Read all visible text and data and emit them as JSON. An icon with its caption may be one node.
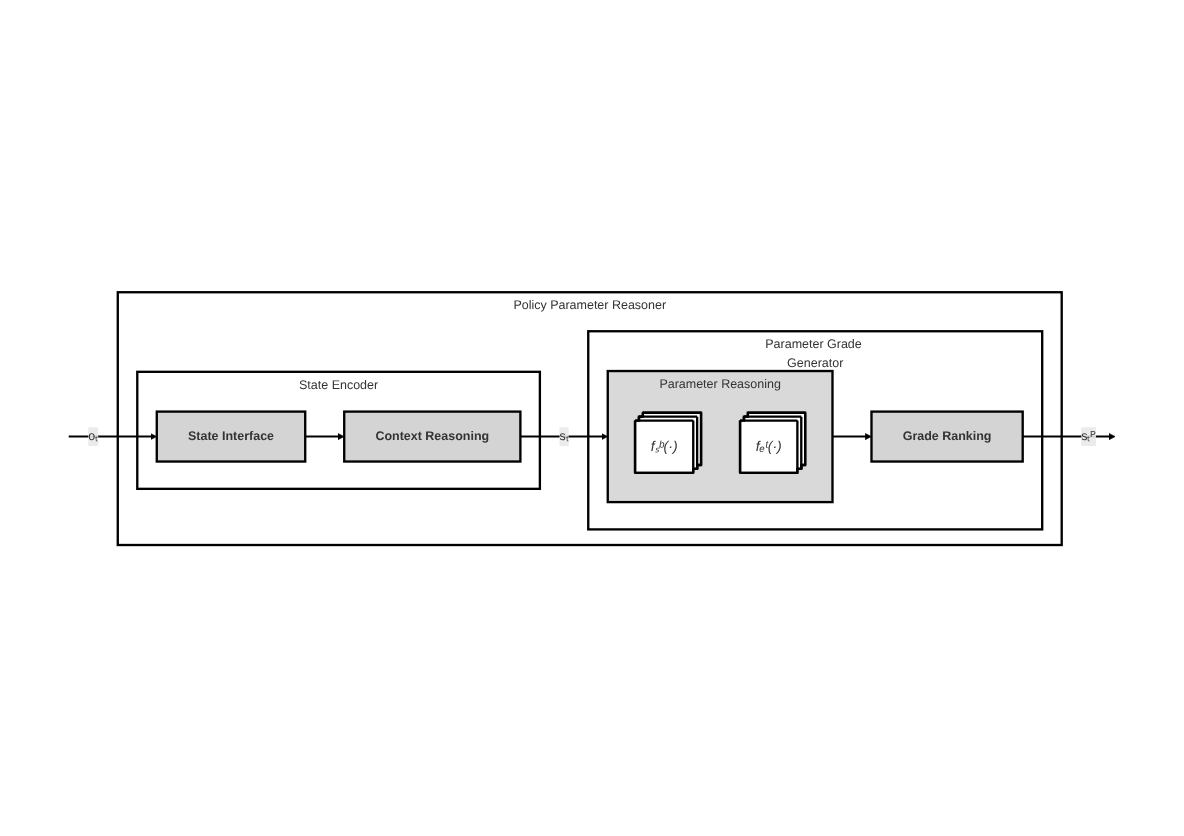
{
  "diagram": {
    "nodes": [
      {
        "text": [
          "Policy Parameter Reasoner"
        ]
      },
      {
        "text": [
          "State Encoder"
        ],
        "in": 0
      },
      {
        "text": [
          "State Interface"
        ],
        "in": 1
      },
      {
        "text": [
          "Context Reasoning"
        ],
        "in": 1
      },
      {
        "text": [
          "Parameter Grade Generator"
        ],
        "in": 0
      },
      {
        "text": [
          "Parameter Reasoning"
        ],
        "in": 4
      },
      {
        "text": [
          "fₛᵇ(·)"
        ],
        "in": 5
      },
      {
        "text": [
          "fₑᵗ(·)"
        ],
        "in": 5
      },
      {
        "text": [
          "Grade Ranking"
        ],
        "in": 4
      }
    ],
    "edges": [
      {
        "from": null,
        "to": 2,
        "arrow": "to",
        "label": "oₜ"
      },
      {
        "from": 2,
        "to": 3,
        "arrow": "to"
      },
      {
        "from": 3,
        "to": 5,
        "arrow": "to",
        "label": "sₜ"
      },
      {
        "from": 5,
        "to": 8,
        "arrow": "to"
      },
      {
        "from": 8,
        "to": null,
        "arrow": "to",
        "label": "sₜᴾ"
      }
    ]
  }
}
